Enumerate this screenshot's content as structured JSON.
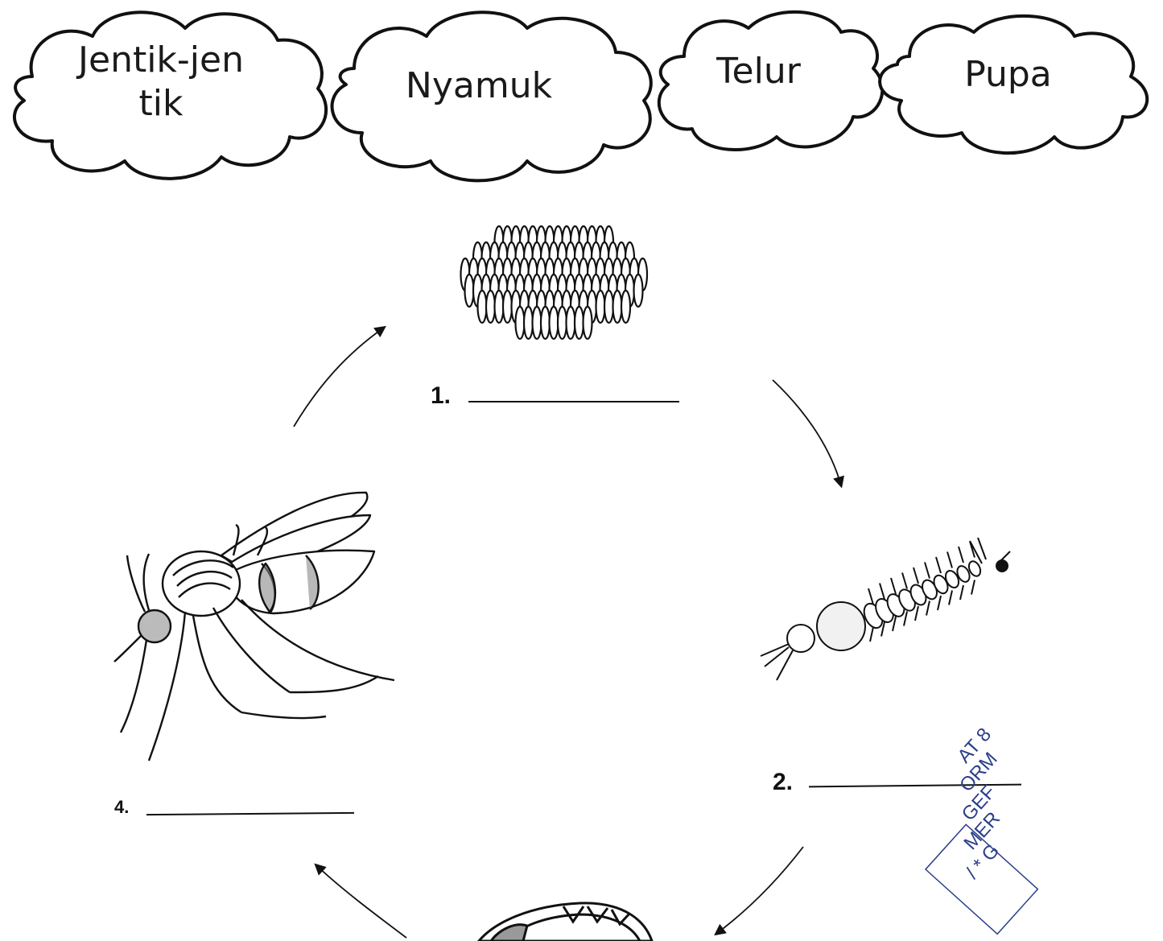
{
  "clouds": [
    {
      "label_line1": "Jentik-jen",
      "label_line2": "tik"
    },
    {
      "label": "Nyamuk"
    },
    {
      "label": "Telur"
    },
    {
      "label": "Pupa"
    }
  ],
  "stages": [
    {
      "number": "1.",
      "name": "egg-raft"
    },
    {
      "number": "2.",
      "name": "larva"
    },
    {
      "number": "4.",
      "name": "adult-mosquito"
    }
  ],
  "stamp_lines": [
    "AT 8",
    "ORM",
    "GEF",
    "MER",
    "/ * G"
  ],
  "colors": {
    "ink": "#111111",
    "stamp": "#2b3f8a"
  }
}
